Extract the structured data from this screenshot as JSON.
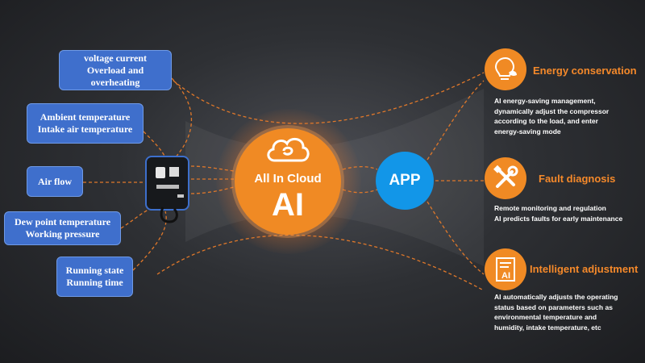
{
  "inputs": [
    {
      "lines": [
        "voltage current",
        "Overload and",
        "overheating"
      ]
    },
    {
      "lines": [
        "Ambient temperature",
        "Intake air temperature"
      ]
    },
    {
      "lines": [
        "Air flow"
      ]
    },
    {
      "lines": [
        "Dew point temperature",
        "Working pressure"
      ]
    },
    {
      "lines": [
        "Running state",
        "Running time"
      ]
    }
  ],
  "center": {
    "title": "All In Cloud",
    "subtitle": "AI",
    "logo_icon": "cloud-logo-icon"
  },
  "app": {
    "label": "APP"
  },
  "features": [
    {
      "icon": "lightbulb-icon",
      "title": "Energy conservation",
      "description": [
        "AI energy-saving management,",
        "dynamically adjust the compressor",
        "according to the load, and enter",
        "energy-saving mode"
      ]
    },
    {
      "icon": "wrench-screwdriver-icon",
      "title": "Fault diagnosis",
      "description": [
        "Remote monitoring and regulation",
        "AI predicts faults for early maintenance"
      ]
    },
    {
      "icon": "ai-document-icon",
      "title": "Intelligent adjustment",
      "description": [
        "AI automatically adjusts the operating",
        "status based on parameters such as",
        "environmental temperature and",
        "humidity, intake temperature, etc"
      ]
    }
  ],
  "colors": {
    "accent_orange": "#f08a24",
    "box_blue": "#3f6fcc",
    "app_blue": "#1296e8",
    "background": "#2e3034"
  }
}
